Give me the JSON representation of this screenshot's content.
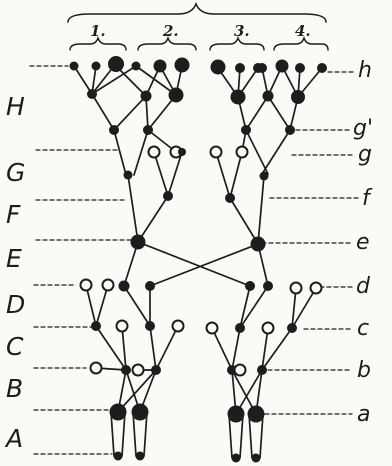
{
  "groups": [
    "1.",
    "2.",
    "3.",
    "4."
  ],
  "left_labels": [
    "H",
    "G",
    "F",
    "E",
    "D",
    "C",
    "B",
    "A"
  ],
  "right_labels": [
    "h",
    "g'",
    "g",
    "f",
    "e",
    "d",
    "c",
    "b",
    "a"
  ]
}
